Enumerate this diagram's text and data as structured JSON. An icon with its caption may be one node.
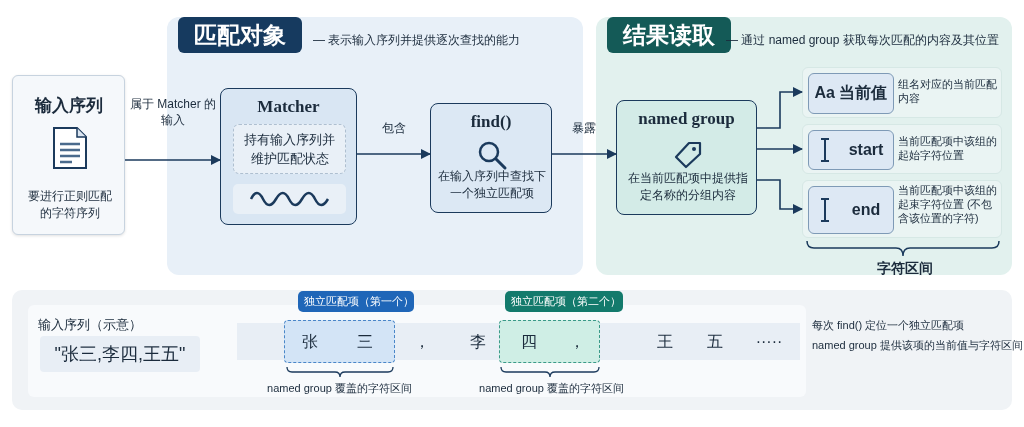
{
  "diagram": {
    "nodes": [
      {
        "text": [
          "输入序列",
          "要进行正则匹配的字符序列"
        ]
      },
      {
        "text": [
          "匹配对象",
          "— 表示输入序列并提供逐次查找的能力"
        ]
      },
      {
        "text": [
          "Matcher"
        ],
        "in": 1
      },
      {
        "text": [
          "持有输入序列并维护匹配状态"
        ],
        "in": 2
      },
      {
        "text": [
          "find()",
          "在输入序列中查找下一个独立匹配项"
        ],
        "in": 1
      },
      {
        "text": [
          "结果读取",
          "— 通过 named group 获取每次匹配的内容及其位置"
        ]
      },
      {
        "text": [
          "named group",
          "在当前匹配项中提供指定名称的分组内容"
        ],
        "in": 5
      },
      {
        "text": [
          "Aa 当前值",
          "组名对应的当前匹配内容"
        ],
        "in": 5
      },
      {
        "text": [
          "start",
          "当前匹配项中该组的起始字符位置"
        ],
        "in": 5
      },
      {
        "text": [
          "end",
          "当前匹配项中该组的起束字符位置 (不包含该位置的字符)"
        ],
        "in": 5
      }
    ],
    "edges": [
      {
        "from": 0,
        "to": 2,
        "arrow": "to",
        "label": "属于 Matcher 的输入"
      },
      {
        "from": 2,
        "to": 4,
        "arrow": "to",
        "label": "包含"
      },
      {
        "from": 4,
        "to": 6,
        "arrow": "to",
        "label": "暴露"
      },
      {
        "from": 6,
        "to": 7,
        "arrow": "to"
      },
      {
        "from": 6,
        "to": 8,
        "arrow": "to"
      },
      {
        "from": 6,
        "to": 9,
        "arrow": "to"
      }
    ],
    "labels": [
      "字符区间",
      "独立匹配项（第一个）",
      "独立匹配项（第二个）",
      "输入序列（示意）",
      "每次 find() 定位一个独立匹配项",
      "\"张三,李四,王五\"",
      "张",
      "三",
      "，",
      "李",
      "四",
      "，",
      "王",
      "五",
      "·····",
      "named group 提供该项的当前值与字符区间",
      "named group 覆盖的字符区间",
      "named group 覆盖的字符区间"
    ]
  }
}
